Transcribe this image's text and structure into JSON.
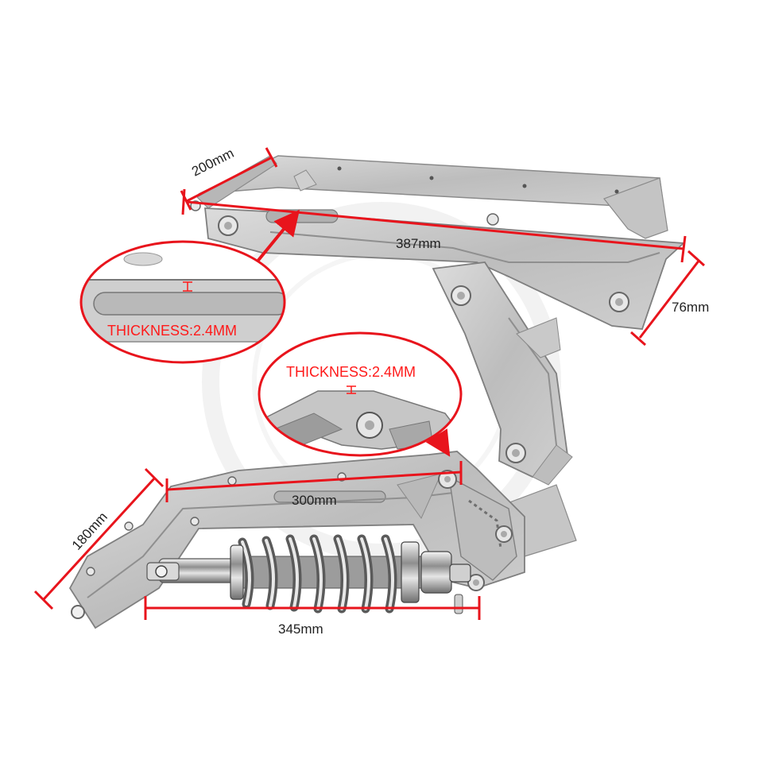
{
  "colors": {
    "background": "#ffffff",
    "dimension_line": "#e8141c",
    "metal_fill": "#c8c8c8",
    "metal_dark": "#9a9a9a",
    "metal_edge": "#8a8a8a",
    "label_text": "#222222",
    "thickness_text": "#ff1a1a",
    "watermark": "#e7e7e7"
  },
  "dimensions": {
    "top_width": "200mm",
    "top_length": "387mm",
    "top_height": "76mm",
    "side_height": "180mm",
    "inner_length": "300mm",
    "shock_length": "345mm"
  },
  "callouts": {
    "left_label": "THICKNESS:2.4MM",
    "right_label": "THICKNESS:2.4MM"
  }
}
